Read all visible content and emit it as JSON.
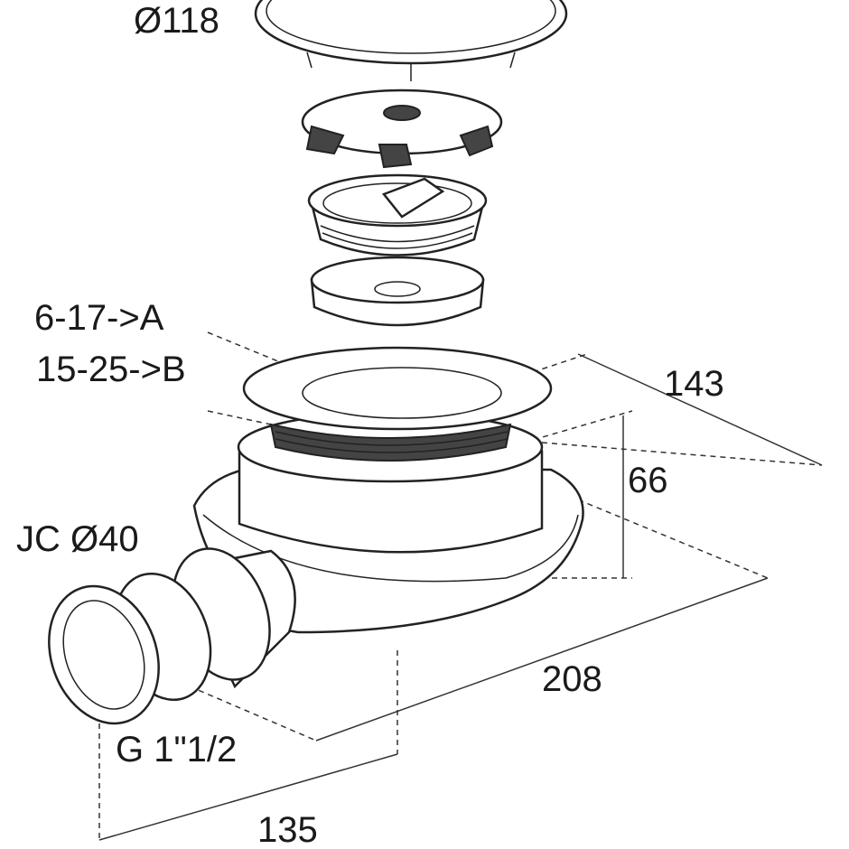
{
  "title": "Shower drain exploded view with dimensions",
  "labels": {
    "cover_diameter": "Ø118",
    "range_a": "6-17->A",
    "range_b": "15-25->B",
    "width": "143",
    "height": "66",
    "outlet": "JC Ø40",
    "length": "208",
    "thread": "G 1\"1/2",
    "outlet_offset": "135"
  }
}
